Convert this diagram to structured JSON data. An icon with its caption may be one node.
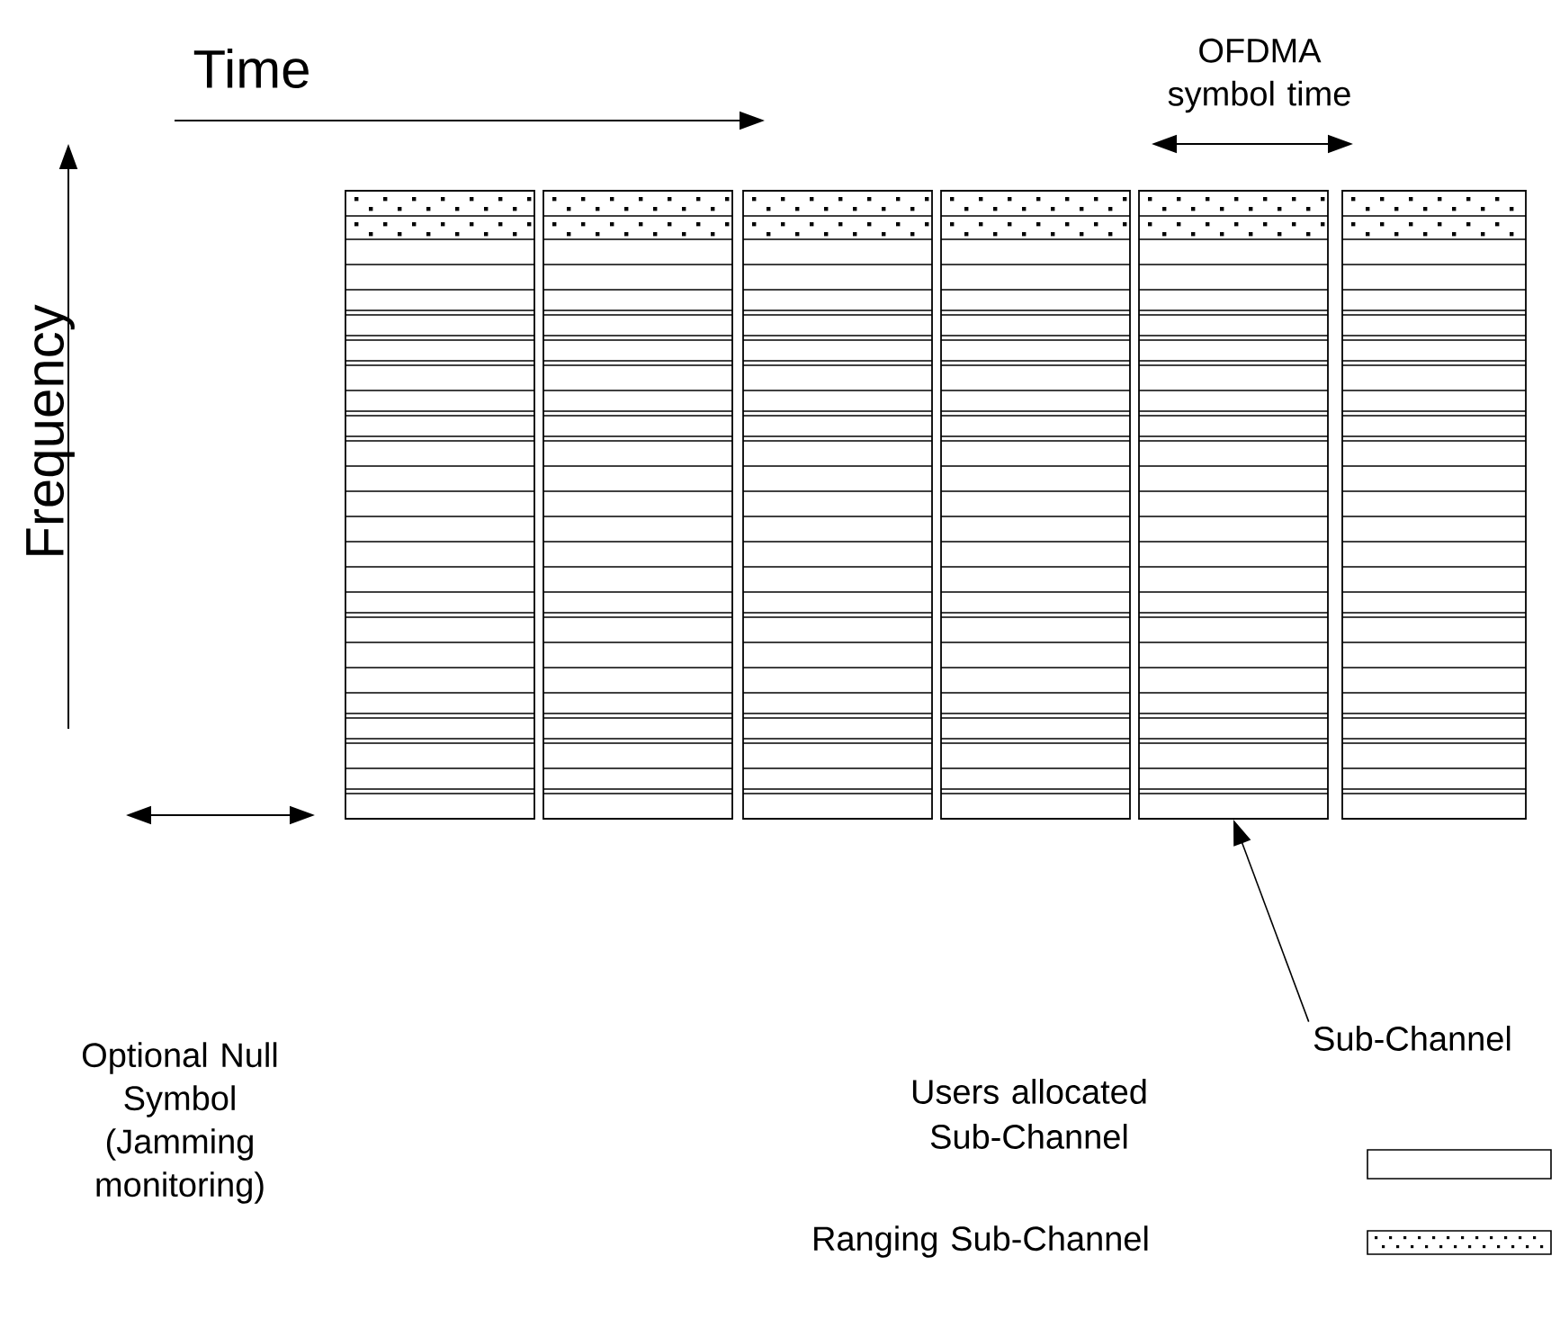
{
  "diagram": {
    "nodes": [
      {
        "text": [],
        "shape": "box"
      },
      {
        "text": [],
        "shape": "box"
      },
      {
        "text": [],
        "shape": "box"
      },
      {
        "text": [],
        "shape": "box"
      },
      {
        "text": [],
        "shape": "box"
      },
      {
        "text": [],
        "shape": "box"
      },
      {
        "text": [
          "Sub-Channel"
        ]
      }
    ],
    "edges": [
      {
        "from": 6,
        "to": 4,
        "arrow": "to"
      }
    ],
    "labels": [
      "Time",
      "OFDMA symbol time",
      "Frequency",
      "Optional Null Symbol (Jamming monitoring)"
    ],
    "legend": [
      {
        "text": "Users allocated Sub-Channel"
      },
      {
        "text": "Ranging Sub-Channel"
      }
    ]
  }
}
